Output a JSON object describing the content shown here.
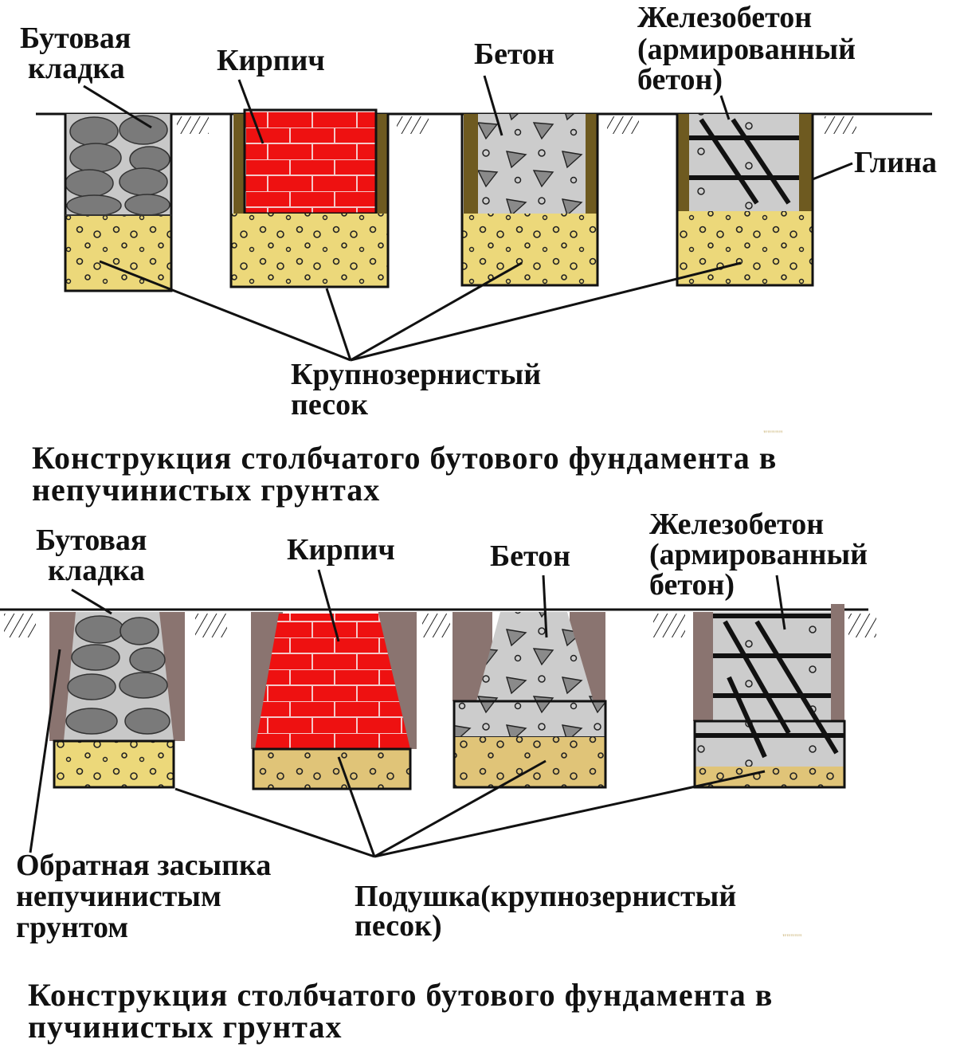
{
  "colors": {
    "sand": "#ecd87a",
    "sand_dark": "#e0c478",
    "stone_fill": "#c8c8c8",
    "stone": "#7a7a7a",
    "brick": "#ee1111",
    "clay_top": "#6e5a20",
    "backfill": "#8a7470",
    "concrete": "#cccccc"
  },
  "top": {
    "labels": {
      "rubble": [
        "Бутовая",
        "кладка"
      ],
      "brick": "Кирпич",
      "concrete": "Бетон",
      "reinforced": [
        "Железобетон",
        "(армированный",
        "бетон)"
      ],
      "clay": "Глина",
      "sand": [
        "Крупнозернистый",
        "песок"
      ]
    },
    "title": [
      "Конструкция столбчатого бутового фундамента в",
      "непучинистых грунтах"
    ],
    "mark": "\"\"\"\"\""
  },
  "bottom": {
    "labels": {
      "rubble": [
        "Бутовая",
        "кладка"
      ],
      "brick": "Кирпич",
      "concrete": "Бетон",
      "reinforced": [
        "Железобетон",
        "(армированный",
        "бетон)"
      ],
      "backfill": [
        "Обратная засыпка",
        "непучинистым",
        "грунтом"
      ],
      "cushion": [
        "Подушка(крупнозернистый",
        "песок)"
      ]
    },
    "title": [
      "Конструкция столбчатого бутового фундамента в",
      "пучинистых грунтах"
    ],
    "mark": "\"\"\"\"\""
  }
}
